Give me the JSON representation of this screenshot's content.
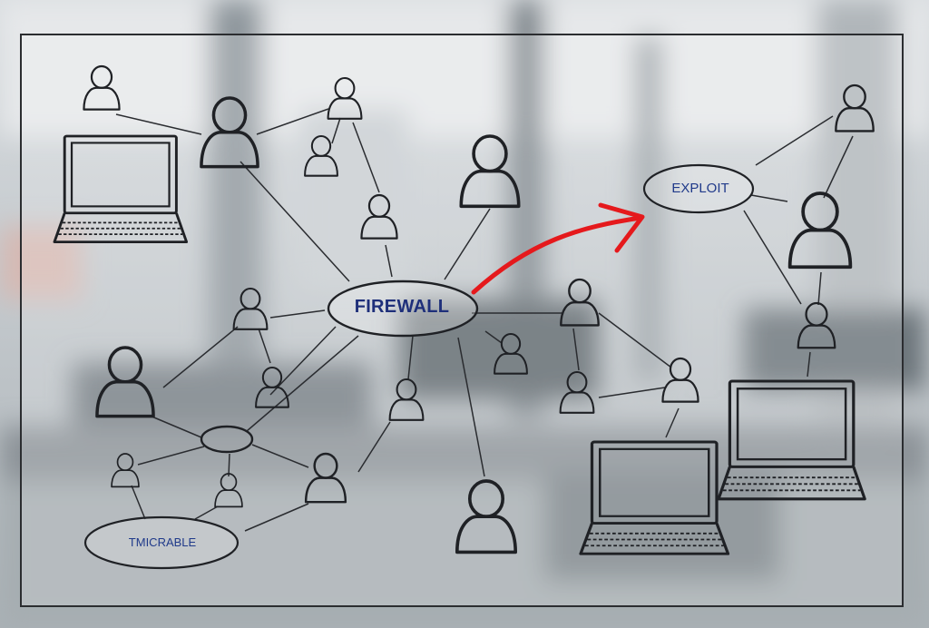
{
  "diagram": {
    "hub": {
      "label": "FIREWALL"
    },
    "target": {
      "label": "EXPLOIT"
    },
    "secondary_hub": {
      "label": "TMICRABLE"
    },
    "colors": {
      "ink": "#1f2125",
      "label": "#1e2f7a",
      "attack_arrow": "#e5191c",
      "background": "#c9ced2"
    },
    "icons": [
      "person-icon",
      "laptop-icon",
      "arrow-icon"
    ]
  }
}
